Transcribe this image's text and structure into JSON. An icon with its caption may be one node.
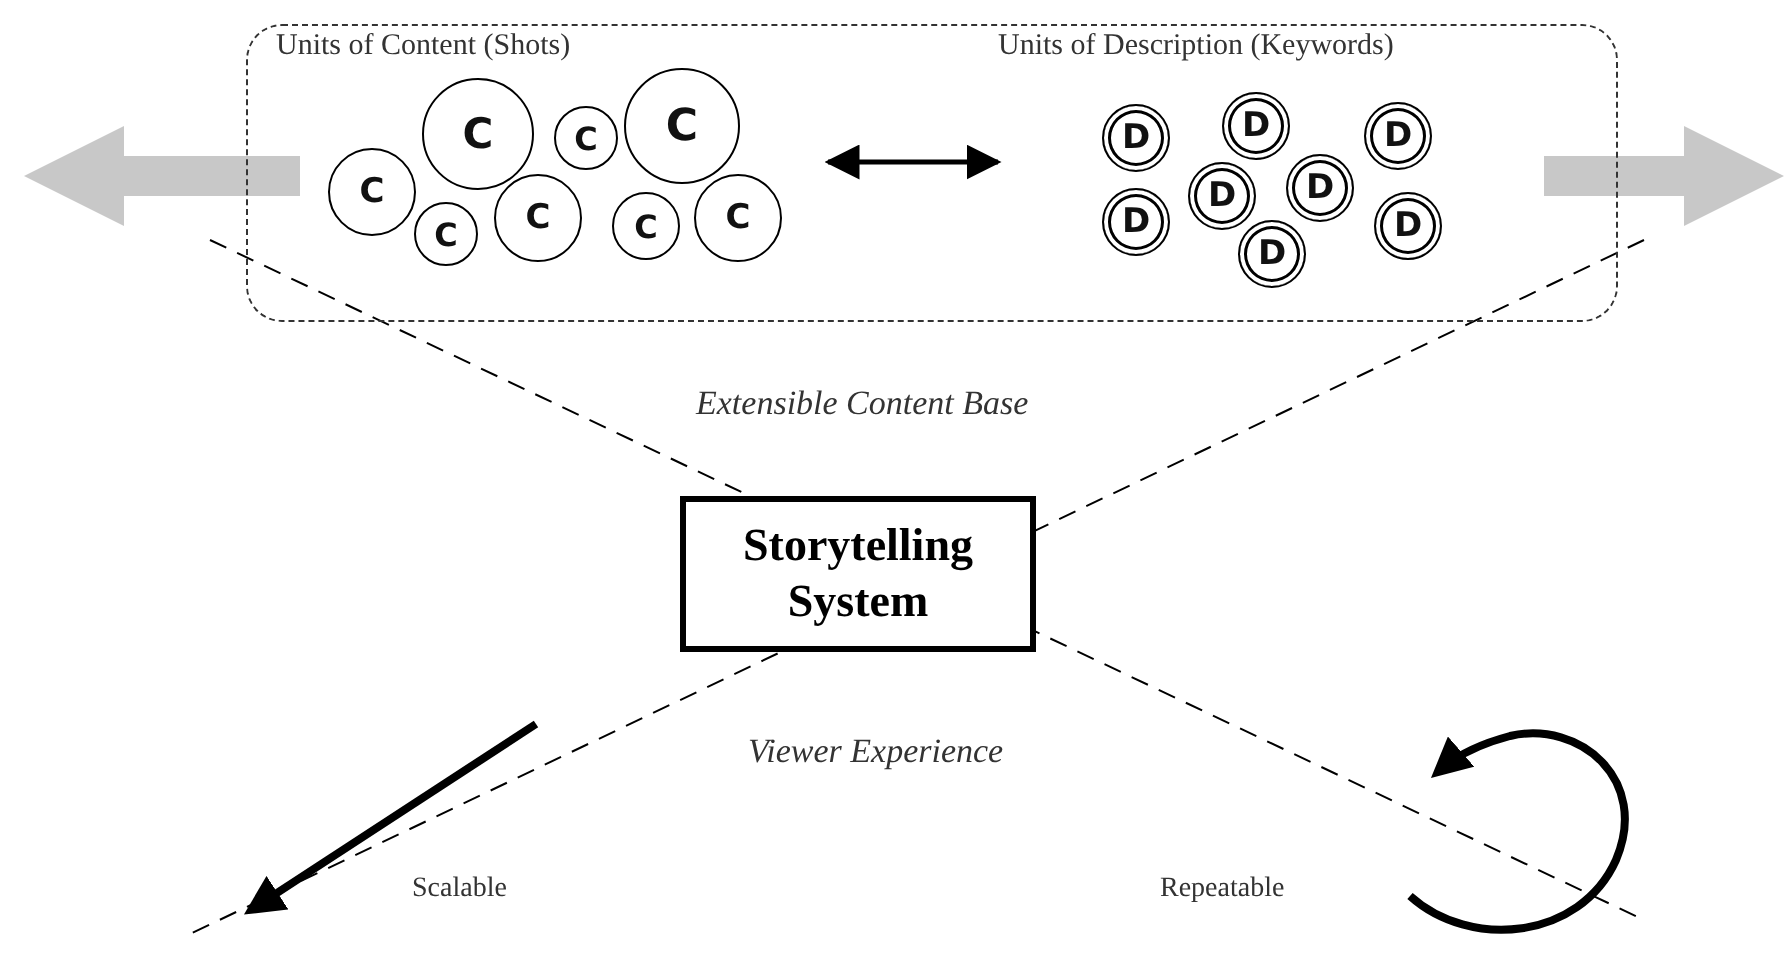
{
  "diagram": {
    "nodes": [
      {
        "text": [],
        "shape": "box"
      },
      {
        "text": [
          "Units of Content (Shots)"
        ],
        "in": 0
      },
      {
        "text": [
          "Units of Description (Keywords)"
        ],
        "in": 0
      },
      {
        "text": [
          "C"
        ],
        "in": 1
      },
      {
        "text": [
          "C"
        ],
        "in": 1
      },
      {
        "text": [
          "C"
        ],
        "in": 1
      },
      {
        "text": [
          "C"
        ],
        "in": 1
      },
      {
        "text": [
          "C"
        ],
        "in": 1
      },
      {
        "text": [
          "C"
        ],
        "in": 1
      },
      {
        "text": [
          "C"
        ],
        "in": 1
      },
      {
        "text": [
          "C"
        ],
        "in": 1
      },
      {
        "text": [
          "D"
        ],
        "in": 2
      },
      {
        "text": [
          "D"
        ],
        "in": 2
      },
      {
        "text": [
          "D"
        ],
        "in": 2
      },
      {
        "text": [
          "D"
        ],
        "in": 2
      },
      {
        "text": [
          "D"
        ],
        "in": 2
      },
      {
        "text": [
          "D"
        ],
        "in": 2
      },
      {
        "text": [
          "D"
        ],
        "in": 2
      },
      {
        "text": [
          "D"
        ],
        "in": 2
      },
      {
        "text": [
          "Storytelling System"
        ]
      }
    ],
    "edges": [
      {
        "from": 1,
        "to": 2,
        "arrow": "both"
      }
    ],
    "labels": [
      "Extensible Content Base",
      "Viewer Experience",
      "Scalable",
      "Repeatable"
    ]
  }
}
